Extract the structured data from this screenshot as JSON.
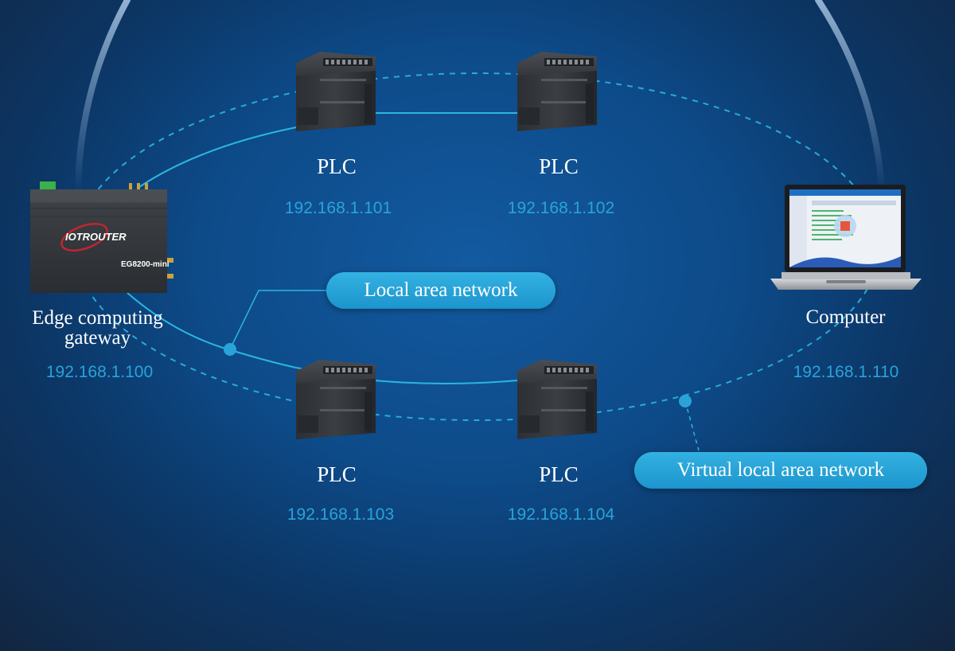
{
  "colors": {
    "accent": "#2aa3d9",
    "link": "#2bb6e0",
    "pill": "#27a6da",
    "background": "#0d4a88"
  },
  "gateway": {
    "label_line1": "Edge computing",
    "label_line2": "gateway",
    "ip": "192.168.1.100",
    "brand": "IOTROUTER",
    "model": "EG8200-mini"
  },
  "computer": {
    "label": "Computer",
    "ip": "192.168.1.110"
  },
  "plcs": [
    {
      "label": "PLC",
      "ip": "192.168.1.101"
    },
    {
      "label": "PLC",
      "ip": "192.168.1.102"
    },
    {
      "label": "PLC",
      "ip": "192.168.1.103"
    },
    {
      "label": "PLC",
      "ip": "192.168.1.104"
    }
  ],
  "callouts": {
    "lan": "Local area network",
    "vlan": "Virtual local area network"
  }
}
